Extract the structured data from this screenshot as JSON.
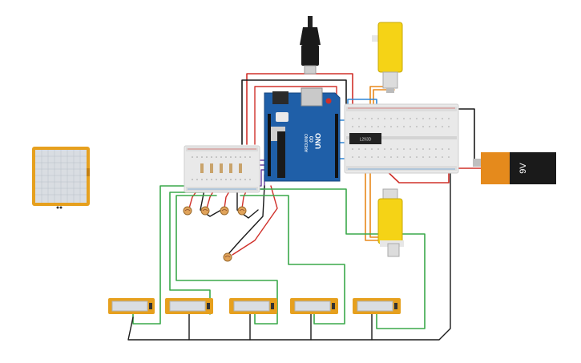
{
  "arduino": {
    "logo": "∞",
    "model": "UNO",
    "brand": "ARDUINO"
  },
  "battery": {
    "label": "9V"
  },
  "driver_ic": {
    "label": "L293D"
  },
  "colors": {
    "board_blue": "#1f5fa8",
    "motor_yellow": "#f5d316",
    "wire_red": "#d0302a",
    "wire_black": "#1a1a1a",
    "wire_green": "#3aa84a",
    "wire_orange": "#e8891b",
    "wire_blue": "#2f86d6",
    "wire_purple": "#6b3fa0",
    "module_orange": "#e6a01e",
    "breadboard": "#e9e9e9"
  }
}
